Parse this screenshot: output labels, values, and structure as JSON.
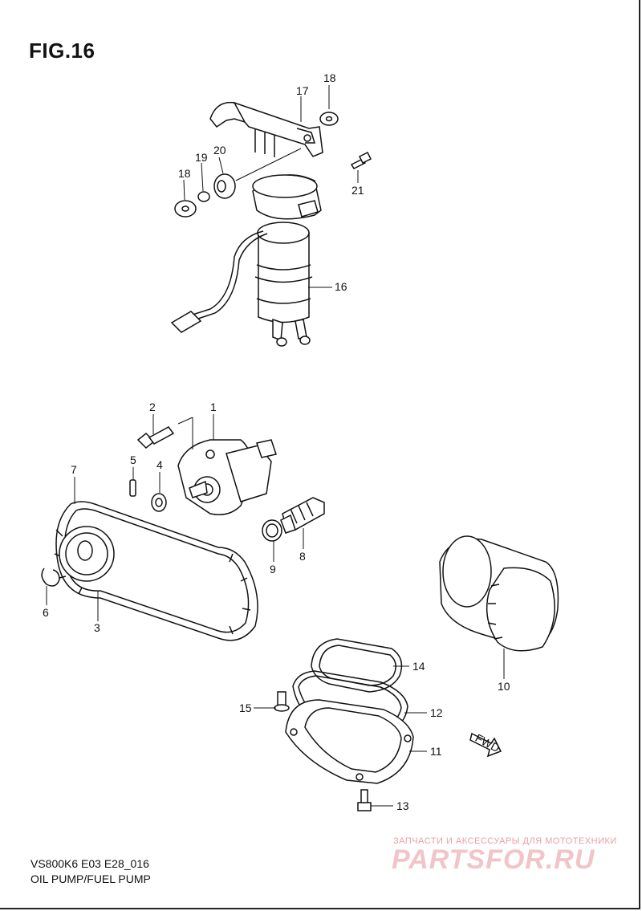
{
  "figure": {
    "title": "FIG.16",
    "model_code": "VS800K6 E03 E28_016",
    "name": "OIL PUMP/FUEL PUMP"
  },
  "watermark": {
    "tagline": "ЗАПЧАСТИ И АКСЕССУАРЫ ДЛЯ МОТОТЕХНИКИ",
    "brand": "PARTSFOR.RU"
  },
  "callouts": {
    "n1": "1",
    "n2": "2",
    "n3": "3",
    "n4": "4",
    "n5": "5",
    "n6": "6",
    "n7": "7",
    "n8": "8",
    "n9": "9",
    "n10": "10",
    "n11": "11",
    "n12": "12",
    "n13": "13",
    "n14": "14",
    "n15": "15",
    "n16": "16",
    "n17": "17",
    "n18a": "18",
    "n18b": "18",
    "n19": "19",
    "n20": "20",
    "n21": "21"
  },
  "fwd_marker": "FWD"
}
